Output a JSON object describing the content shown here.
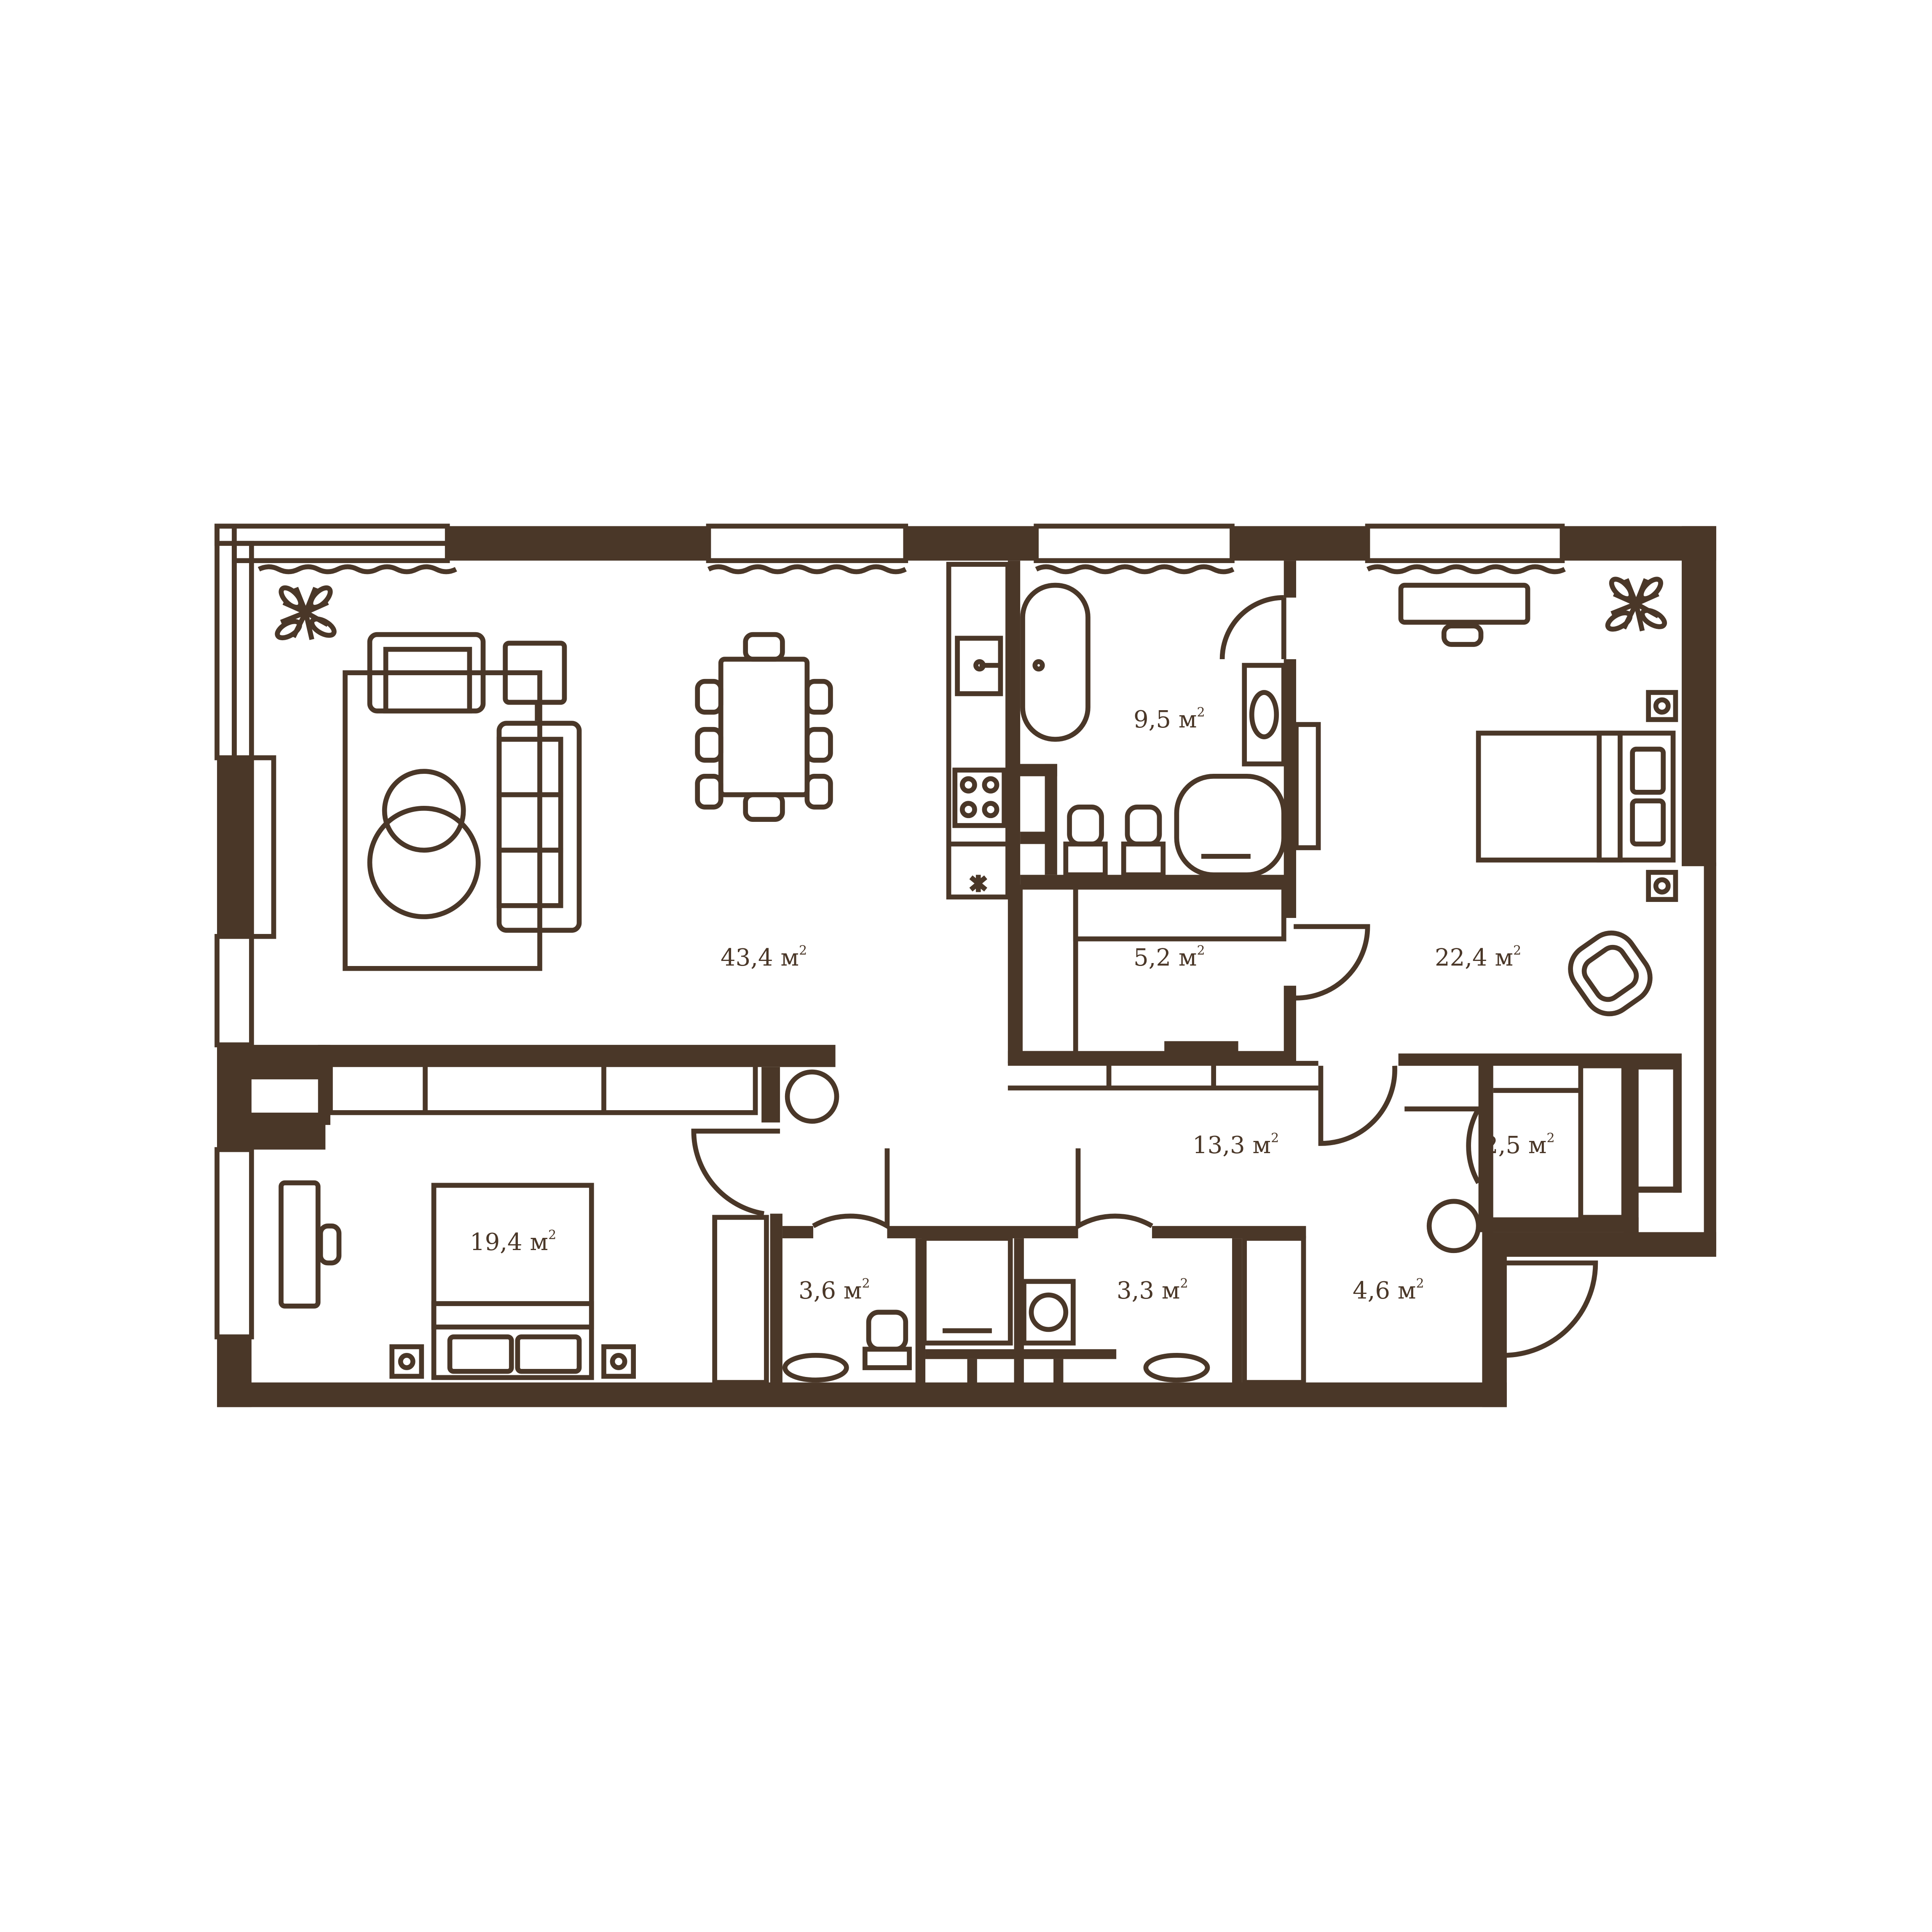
{
  "colors": {
    "wall": "#4a3728",
    "background": "#ffffff"
  },
  "rooms": [
    {
      "id": "living",
      "value": "43,4",
      "unit": "м",
      "exp": "2"
    },
    {
      "id": "bath-large",
      "value": "9,5",
      "unit": "м",
      "exp": "2"
    },
    {
      "id": "bedroom-master",
      "value": "22,4",
      "unit": "м",
      "exp": "2"
    },
    {
      "id": "wardrobe",
      "value": "5,2",
      "unit": "м",
      "exp": "2"
    },
    {
      "id": "hall",
      "value": "13,3",
      "unit": "м",
      "exp": "2"
    },
    {
      "id": "storage",
      "value": "2,5",
      "unit": "м",
      "exp": "2"
    },
    {
      "id": "bedroom",
      "value": "19,4",
      "unit": "м",
      "exp": "2"
    },
    {
      "id": "bath-small",
      "value": "3,6",
      "unit": "м",
      "exp": "2"
    },
    {
      "id": "laundry",
      "value": "3,3",
      "unit": "м",
      "exp": "2"
    },
    {
      "id": "entry",
      "value": "4,6",
      "unit": "м",
      "exp": "2"
    }
  ],
  "icons": [
    "sofa-icon",
    "armchair-icon",
    "round-table-icon",
    "dining-table-icon",
    "bed-icon",
    "bathtub-icon",
    "toilet-icon",
    "sink-icon",
    "stove-icon",
    "plant-icon",
    "wardrobe-icon",
    "door-icon",
    "shower-icon",
    "washing-machine-icon",
    "desk-icon"
  ]
}
